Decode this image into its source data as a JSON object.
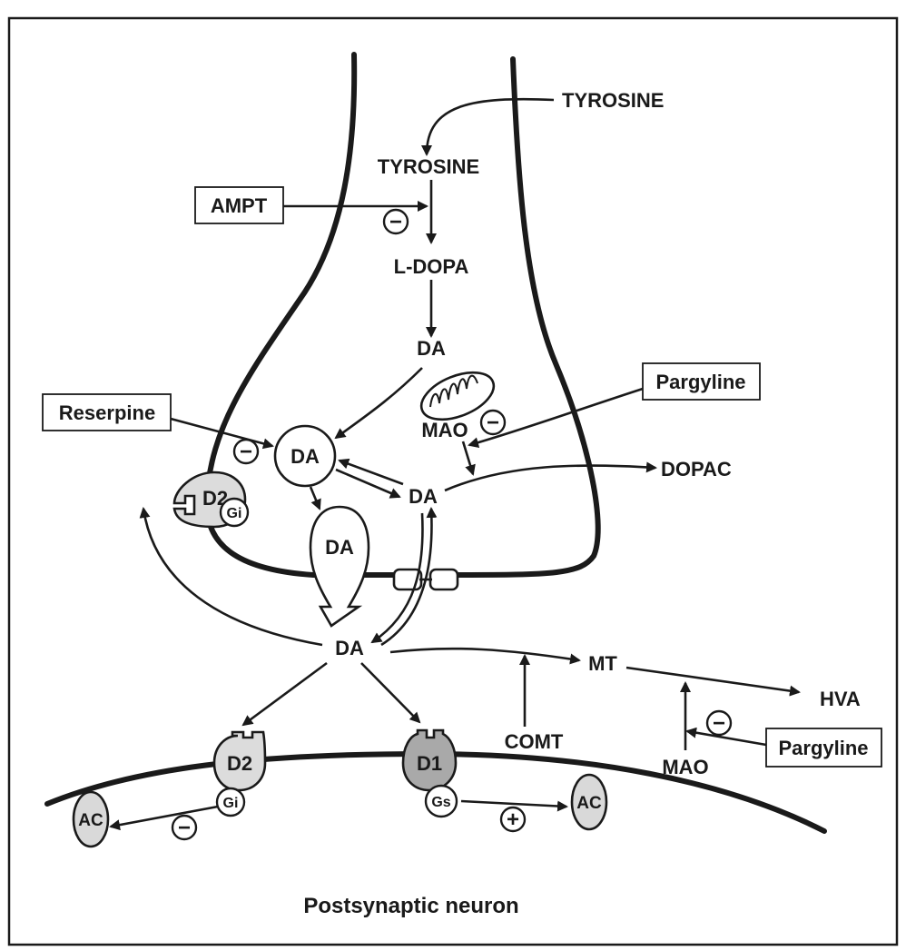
{
  "labels": {
    "tyrosine_outside": "TYROSINE",
    "tyrosine_inside": "TYROSINE",
    "l_dopa": "L-DOPA",
    "da_cytosol": "DA",
    "da_vesicle": "DA",
    "da_release": "DA",
    "da_free": "DA",
    "da_synapse": "DA",
    "mao_pre": "MAO",
    "mao_post": "MAO",
    "dopac": "DOPAC",
    "mt": "MT",
    "hva": "HVA",
    "comt": "COMT",
    "postsynaptic_neuron": "Postsynaptic neuron"
  },
  "drugs": {
    "ampt": "AMPT",
    "reserpine": "Reserpine",
    "pargyline_pre": "Pargyline",
    "pargyline_post": "Pargyline"
  },
  "receptors": {
    "d2_pre": "D2",
    "gi_pre": "Gi",
    "d2_post": "D2",
    "gi_post": "Gi",
    "d1_post": "D1",
    "gs_post": "Gs",
    "ac_left": "AC",
    "ac_right": "AC"
  },
  "signs": {
    "minus": "−",
    "plus": "+"
  },
  "colors": {
    "ink": "#1a1a1a",
    "receptor_light": "#dcdcdc",
    "receptor_d1": "#a9a9a9",
    "ac_fill": "#d9d9d9"
  }
}
